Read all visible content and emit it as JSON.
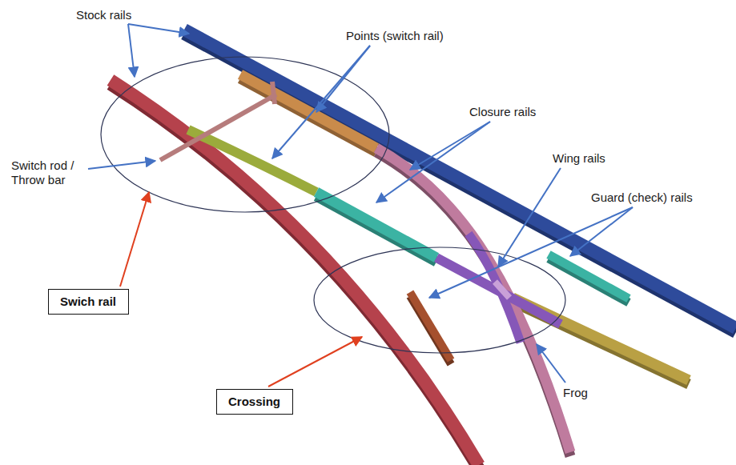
{
  "diagram": {
    "nodes": [
      {
        "text": [
          "Swich rail"
        ]
      },
      {
        "text": [
          "Crossing"
        ]
      }
    ],
    "labels": [
      "Stock rails",
      "Points (switch rail)",
      "Closure rails",
      "Wing rails",
      "Switch rod / Throw bar",
      "Guard (check) rails",
      "Frog"
    ]
  }
}
